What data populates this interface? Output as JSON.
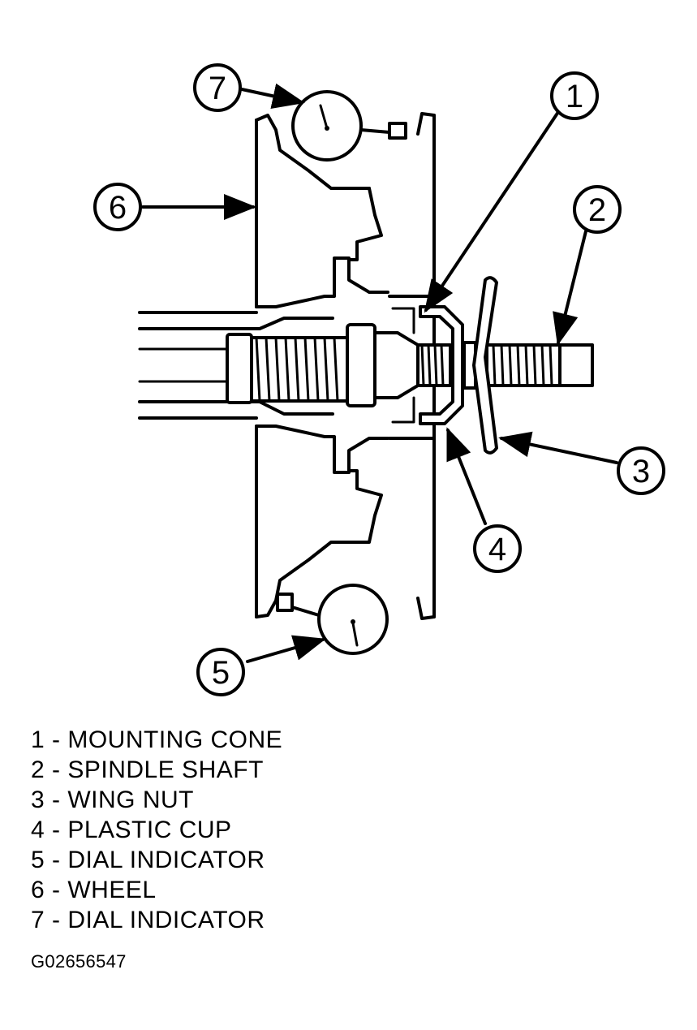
{
  "callouts": [
    {
      "num": "1",
      "name": "MOUNTING CONE"
    },
    {
      "num": "2",
      "name": "SPINDLE SHAFT"
    },
    {
      "num": "3",
      "name": "WING NUT"
    },
    {
      "num": "4",
      "name": "PLASTIC CUP"
    },
    {
      "num": "5",
      "name": "DIAL INDICATOR"
    },
    {
      "num": "6",
      "name": "WHEEL"
    },
    {
      "num": "7",
      "name": "DIAL INDICATOR"
    }
  ],
  "legend": [
    "1 - MOUNTING CONE",
    "2 - SPINDLE SHAFT",
    "3 - WING NUT",
    "4 - PLASTIC CUP",
    "5 - DIAL INDICATOR",
    "6 - WHEEL",
    "7 - DIAL INDICATOR"
  ],
  "figure_id": "G02656547"
}
